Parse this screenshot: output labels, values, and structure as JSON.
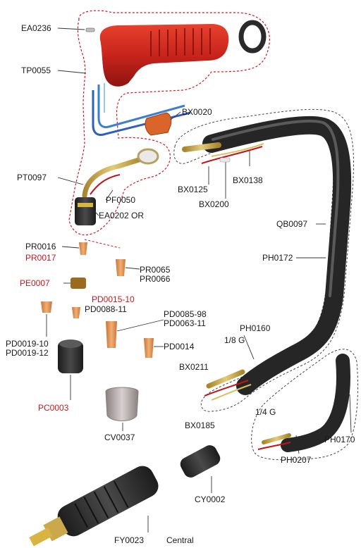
{
  "colors": {
    "part_label": "#1a1a1a",
    "highlight_label": "#d0161b",
    "torch_handle": "#c8241c",
    "cable": "#2a2a2a",
    "copper": "#e59a5a",
    "brass": "#c9a94c",
    "outline_red": "#d0161b",
    "outline_gray": "#555555"
  },
  "labels": {
    "ea0236": "EA0236",
    "tp0055": "TP0055",
    "bx0020": "BX0020",
    "pt0097": "PT0097",
    "pf0050": "PF0050",
    "ea0202": "EA0202 OR",
    "bx0125": "BX0125",
    "bx0200": "BX0200",
    "bx0138": "BX0138",
    "qb0097": "QB0097",
    "ph0172": "PH0172",
    "pr0016": "PR0016",
    "pr0017": "PR0017",
    "pr0065": "PR0065",
    "pr0066": "PR0066",
    "pe0007": "PE0007",
    "pd0015": "PD0015-10",
    "pd0088": "PD0088-11",
    "pd0085": "PD0085-98",
    "pd0063": "PD0063-11",
    "pd0019a": "PD0019-10",
    "pd0019b": "PD0019-12",
    "pd0014": "PD0014",
    "ph0160": "PH0160",
    "g18": "1/8 G",
    "bx0211": "BX0211",
    "bx0185": "BX0185",
    "g14": "1/4 G",
    "ph0170": "PH0170",
    "ph0207": "PH0207",
    "pc0003": "PC0003",
    "cv0037": "CV0037",
    "cy0002": "CY0002",
    "fy0023": "FY0023",
    "central": "Central"
  }
}
